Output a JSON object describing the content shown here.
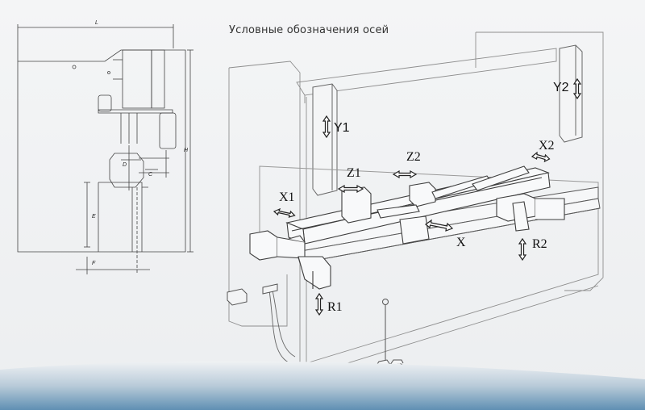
{
  "caption": "Условные обозначения осей",
  "axes": {
    "y1": "Y1",
    "y2": "Y2",
    "z1": "Z1",
    "z2": "Z2",
    "x1": "X1",
    "x2": "X2",
    "x": "X",
    "r1": "R1",
    "r2": "R2"
  },
  "dimensions": {
    "length": "L",
    "height": "H",
    "d": "D",
    "e": "E",
    "f": "F",
    "c": "C"
  },
  "colors": {
    "line": "#4a4a4a",
    "light_line": "#9a9a9a",
    "footer_band": "#5f8fb3"
  }
}
